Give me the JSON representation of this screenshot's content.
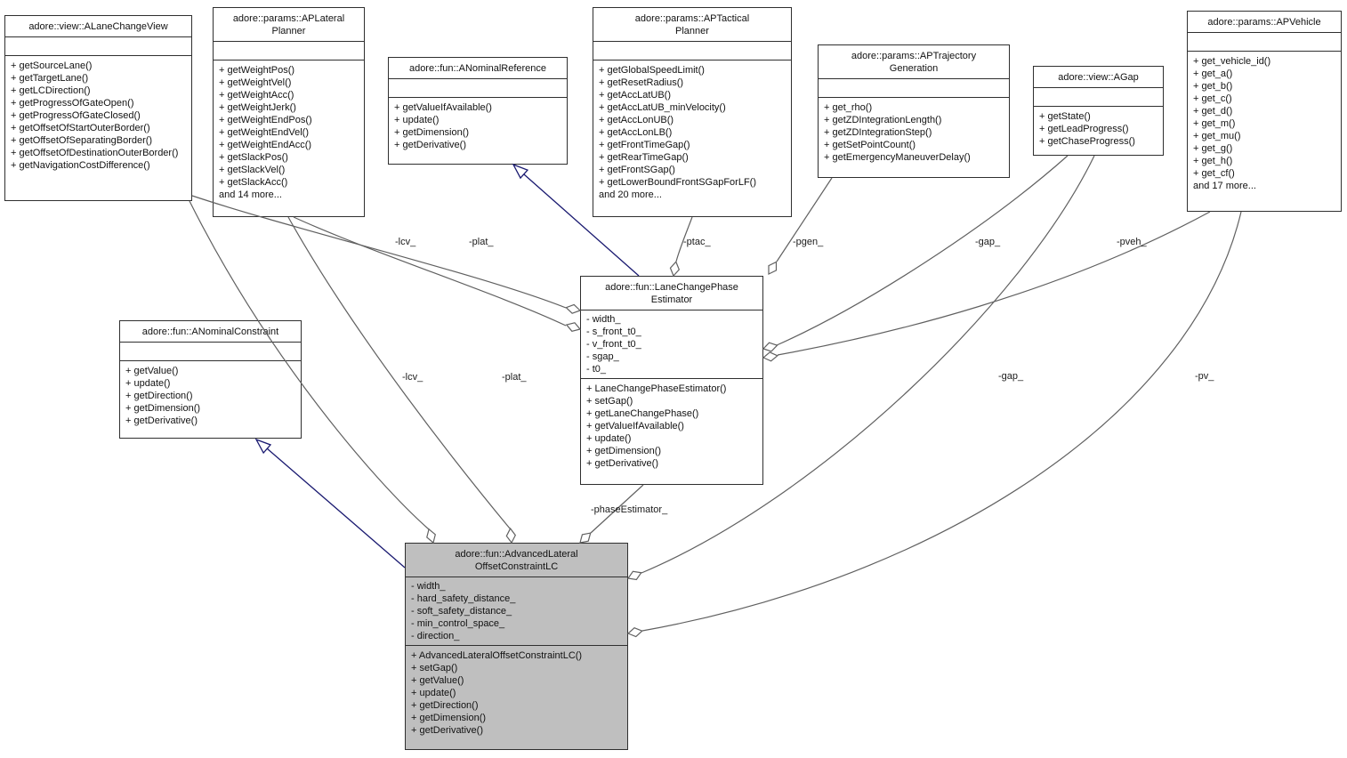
{
  "diagram": {
    "kind": "uml-collaboration-diagram",
    "colors": {
      "highlight_fill": "#bfbfbf",
      "box_fill": "#ffffff",
      "box_border": "#2f2f2f",
      "association_edge": "#606060",
      "inheritance_edge": "#191970"
    },
    "classes": [
      {
        "name": "adore::view::ALaneChangeView",
        "title_lines": [
          "adore::view::ALaneChangeView"
        ],
        "attributes": [],
        "methods": [
          "+ getSourceLane()",
          "+ getTargetLane()",
          "+ getLCDirection()",
          "+ getProgressOfGateOpen()",
          "+ getProgressOfGateClosed()",
          "+ getOffsetOfStartOuterBorder()",
          "+ getOffsetOfSeparatingBorder()",
          "+ getOffsetOfDestinationOuterBorder()",
          "+ getNavigationCostDifference()"
        ]
      },
      {
        "name": "adore::params::APLateralPlanner",
        "title_lines": [
          "adore::params::APLateral",
          "Planner"
        ],
        "attributes": [],
        "methods": [
          "+ getWeightPos()",
          "+ getWeightVel()",
          "+ getWeightAcc()",
          "+ getWeightJerk()",
          "+ getWeightEndPos()",
          "+ getWeightEndVel()",
          "+ getWeightEndAcc()",
          "+ getSlackPos()",
          "+ getSlackVel()",
          "+ getSlackAcc()",
          "and 14 more..."
        ]
      },
      {
        "name": "adore::fun::ANominalReference",
        "title_lines": [
          "adore::fun::ANominalReference"
        ],
        "attributes": [],
        "methods": [
          "+ getValueIfAvailable()",
          "+ update()",
          "+ getDimension()",
          "+ getDerivative()"
        ]
      },
      {
        "name": "adore::params::APTacticalPlanner",
        "title_lines": [
          "adore::params::APTactical",
          "Planner"
        ],
        "attributes": [],
        "methods": [
          "+ getGlobalSpeedLimit()",
          "+ getResetRadius()",
          "+ getAccLatUB()",
          "+ getAccLatUB_minVelocity()",
          "+ getAccLonUB()",
          "+ getAccLonLB()",
          "+ getFrontTimeGap()",
          "+ getRearTimeGap()",
          "+ getFrontSGap()",
          "+ getLowerBoundFrontSGapForLF()",
          "and 20 more..."
        ]
      },
      {
        "name": "adore::params::APTrajectoryGeneration",
        "title_lines": [
          "adore::params::APTrajectory",
          "Generation"
        ],
        "attributes": [],
        "methods": [
          "+ get_rho()",
          "+ getZDIntegrationLength()",
          "+ getZDIntegrationStep()",
          "+ getSetPointCount()",
          "+ getEmergencyManeuverDelay()"
        ]
      },
      {
        "name": "adore::view::AGap",
        "title_lines": [
          "adore::view::AGap"
        ],
        "attributes": [],
        "methods": [
          "+ getState()",
          "+ getLeadProgress()",
          "+ getChaseProgress()"
        ]
      },
      {
        "name": "adore::params::APVehicle",
        "title_lines": [
          "adore::params::APVehicle"
        ],
        "attributes": [],
        "methods": [
          "+ get_vehicle_id()",
          "+ get_a()",
          "+ get_b()",
          "+ get_c()",
          "+ get_d()",
          "+ get_m()",
          "+ get_mu()",
          "+ get_g()",
          "+ get_h()",
          "+ get_cf()",
          "and 17 more..."
        ]
      },
      {
        "name": "adore::fun::ANominalConstraint",
        "title_lines": [
          "adore::fun::ANominalConstraint"
        ],
        "attributes": [],
        "methods": [
          "+ getValue()",
          "+ update()",
          "+ getDirection()",
          "+ getDimension()",
          "+ getDerivative()"
        ]
      },
      {
        "name": "adore::fun::LaneChangePhaseEstimator",
        "title_lines": [
          "adore::fun::LaneChangePhase",
          "Estimator"
        ],
        "attributes": [
          "- width_",
          "- s_front_t0_",
          "- v_front_t0_",
          "- sgap_",
          "- t0_"
        ],
        "methods": [
          "+ LaneChangePhaseEstimator()",
          "+ setGap()",
          "+ getLaneChangePhase()",
          "+ getValueIfAvailable()",
          "+ update()",
          "+ getDimension()",
          "+ getDerivative()"
        ]
      },
      {
        "name": "adore::fun::AdvancedLateralOffsetConstraintLC",
        "title_lines": [
          "adore::fun::AdvancedLateral",
          "OffsetConstraintLC"
        ],
        "attributes": [
          "- width_",
          "- hard_safety_distance_",
          "- soft_safety_distance_",
          "- min_control_space_",
          "- direction_"
        ],
        "methods": [
          "+ AdvancedLateralOffsetConstraintLC()",
          "+ setGap()",
          "+ getValue()",
          "+ update()",
          "+ getDirection()",
          "+ getDimension()",
          "+ getDerivative()"
        ]
      }
    ],
    "edge_labels": [
      {
        "text": "-lcv_"
      },
      {
        "text": "-plat_"
      },
      {
        "text": "-ptac_"
      },
      {
        "text": "-pgen_"
      },
      {
        "text": "-gap_"
      },
      {
        "text": "-pveh_"
      },
      {
        "text": "-lcv_"
      },
      {
        "text": "-plat_"
      },
      {
        "text": "-phaseEstimator_"
      },
      {
        "text": "-gap_"
      },
      {
        "text": "-pv_"
      }
    ]
  }
}
